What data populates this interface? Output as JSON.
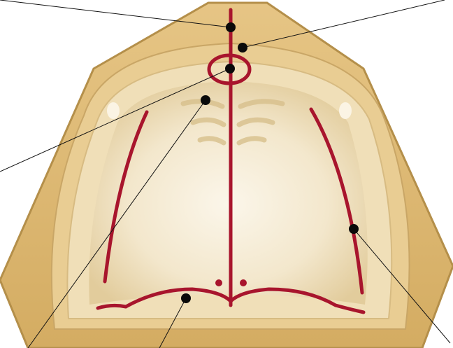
{
  "image": {
    "subject": "maxillary-dental-cast-occlusal-view",
    "labels": []
  },
  "colors": {
    "base_outer": "#d9b56b",
    "base_inner": "#e8c888",
    "base_edge": "#b48f4a",
    "palate_light": "#f4e9d2",
    "palate_mid": "#eadbb6",
    "marking_red": "#a8152d",
    "leader_line": "#111111",
    "point_dot": "#0a0a0a",
    "background": "#ffffff"
  },
  "annotation_points": [
    {
      "name": "point-incisive-top",
      "has_leader": true
    },
    {
      "name": "point-midline-upper",
      "has_leader": true
    },
    {
      "name": "point-incisive-papilla",
      "has_leader": true
    },
    {
      "name": "point-rugae",
      "has_leader": true
    },
    {
      "name": "point-right-buccal-line",
      "has_leader": true
    },
    {
      "name": "point-posterior-border",
      "has_leader": true
    },
    {
      "name": "point-fovea-left",
      "has_leader": false
    },
    {
      "name": "point-fovea-right",
      "has_leader": false
    }
  ]
}
